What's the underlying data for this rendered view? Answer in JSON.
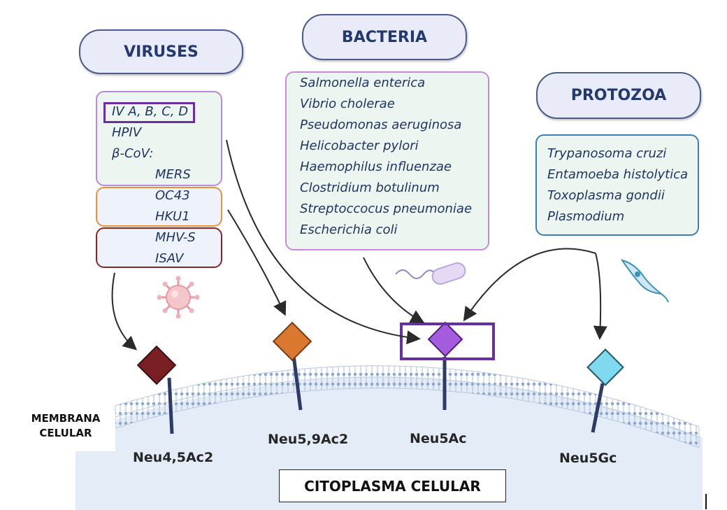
{
  "categories": {
    "viruses": "VIRUSES",
    "bacteria": "BACTERIA",
    "protozoa": "PROTOZOA"
  },
  "viruses": {
    "group_a": [
      "IV A, B, C, D",
      "HPIV",
      "β-CoV:",
      "MERS"
    ],
    "group_b": [
      "OC43",
      "HKU1"
    ],
    "group_c": [
      "MHV-S",
      "ISAV"
    ]
  },
  "bacteria": [
    "Salmonella enterica",
    "Vibrio cholerae",
    "Pseudomonas aeruginosa",
    "Helicobacter pylori",
    "Haemophilus influenzae",
    "Clostridium botulinum",
    "Streptoccocus pneumoniae",
    "Escherichia coli"
  ],
  "protozoa": [
    "Trypanosoma cruzi",
    "Entamoeba histolytica",
    "Toxoplasma gondii",
    "Plasmodium"
  ],
  "receptors": [
    "Neu4,5Ac2",
    "Neu5,9Ac2",
    "Neu5Ac",
    "Neu5Gc"
  ],
  "membrane_label": [
    "MEMBRANA",
    "CELULAR"
  ],
  "cytoplasm_label": "CITOPLASMA CELULAR",
  "colors": {
    "virus_box": "#b88ad9",
    "orange_box": "#e8913a",
    "red_box": "#8b2424",
    "bacteria_box": "#c58bd8",
    "protozoa_box": "#3b7fb8",
    "neu4": "#7a1f24",
    "neu59": "#d9782e",
    "neu5ac": "#a45bdc",
    "neu5gc": "#7fdaf0",
    "highlight": "#6a2fa0",
    "membrane": "#cfdcef",
    "cytoplasm": "#e3ecf7"
  }
}
